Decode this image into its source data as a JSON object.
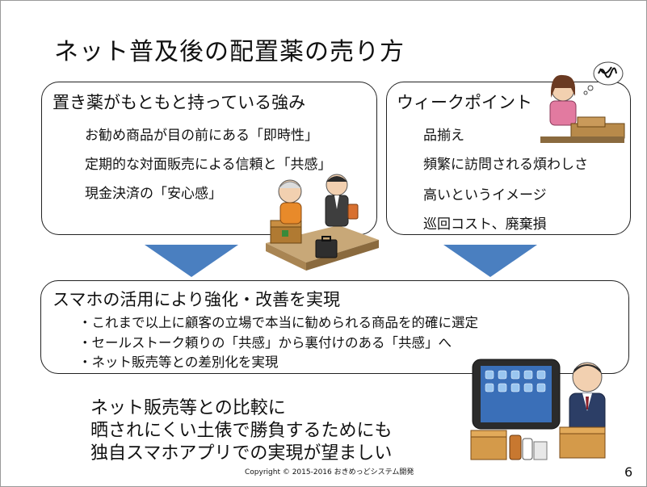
{
  "title": "ネット普及後の配置薬の売り方",
  "strengths": {
    "heading": "置き薬がもともと持っている強み",
    "items": [
      "お勧め商品が目の前にある「即時性」",
      "定期的な対面販売による信頼と「共感」",
      "現金決済の「安心感」"
    ]
  },
  "weakpoints": {
    "heading": "ウィークポイント",
    "items": [
      "品揃え",
      "頻繁に訪問される煩わしさ",
      "高いというイメージ",
      "巡回コスト、廃棄損"
    ]
  },
  "improve": {
    "heading": "スマホの活用により強化・改善を実現",
    "items": [
      "・これまで以上に顧客の立場で本当に勧められる商品を的確に選定",
      "・セールストーク頼りの「共感」から裏付けのある「共感」へ",
      "・ネット販売等との差別化を実現"
    ]
  },
  "closing": [
    "ネット販売等との比較に",
    "晒されにくい土俵で勝負するためにも",
    "独自スマホアプリでの実現が望ましい"
  ],
  "footer": {
    "copyright": "Copyright © 2015-2016 おきめっどシステム開発",
    "page": "6"
  },
  "colors": {
    "arrow": "#4a7fc0",
    "box_border": "#222222"
  }
}
